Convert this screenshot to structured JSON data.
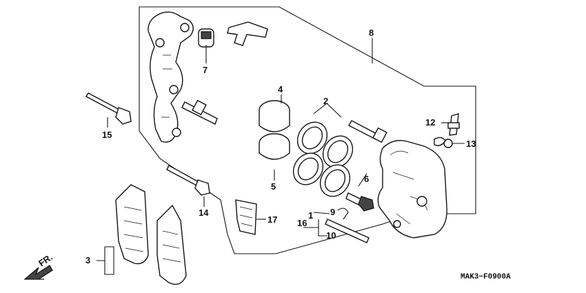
{
  "diagram": {
    "drawing_code": "MAK3−F0900A",
    "direction_label": "FR.",
    "part_labels": [
      {
        "id": "p1",
        "text": "1"
      },
      {
        "id": "p2",
        "text": "2"
      },
      {
        "id": "p3",
        "text": "3"
      },
      {
        "id": "p4",
        "text": "4"
      },
      {
        "id": "p5",
        "text": "5"
      },
      {
        "id": "p6",
        "text": "6"
      },
      {
        "id": "p7",
        "text": "7"
      },
      {
        "id": "p8",
        "text": "8"
      },
      {
        "id": "p9",
        "text": "9"
      },
      {
        "id": "p10",
        "text": "10"
      },
      {
        "id": "p12",
        "text": "12"
      },
      {
        "id": "p13",
        "text": "13"
      },
      {
        "id": "p14",
        "text": "14"
      },
      {
        "id": "p15",
        "text": "15"
      },
      {
        "id": "p16",
        "text": "16"
      },
      {
        "id": "p17",
        "text": "17"
      }
    ]
  }
}
